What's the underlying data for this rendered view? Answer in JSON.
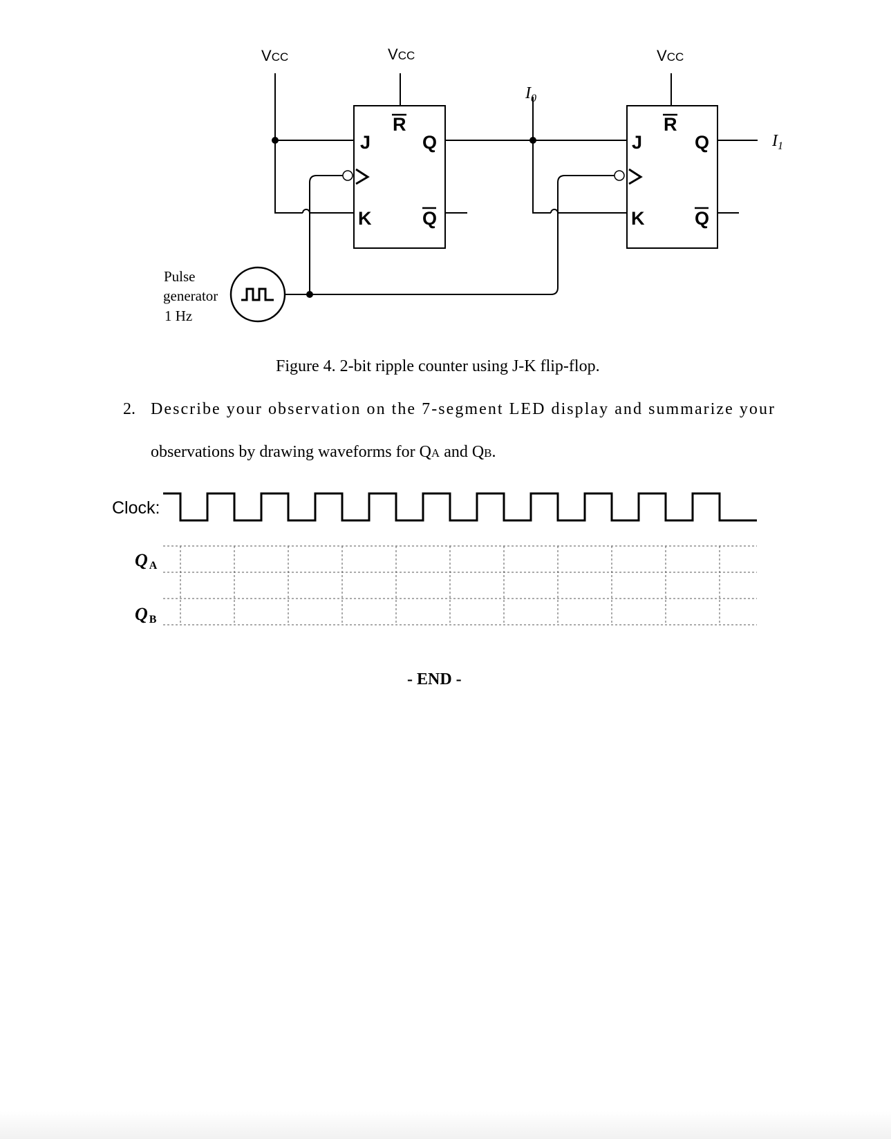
{
  "circuit": {
    "vcc_label": "V",
    "vcc_sub": "CC",
    "ff1": {
      "j": "J",
      "k": "K",
      "q": "Q",
      "qbar": "Q",
      "reset": "R"
    },
    "ff2": {
      "j": "J",
      "k": "K",
      "q": "Q",
      "qbar": "Q",
      "reset": "R"
    },
    "output0": {
      "main": "I",
      "sub": "0"
    },
    "output1": {
      "main": "I",
      "sub": "1"
    },
    "pulse_generator": {
      "line1": "Pulse",
      "line2": "generator",
      "line3": "1 Hz"
    }
  },
  "figure": {
    "caption": "Figure 4. 2-bit ripple counter using J-K flip-flop."
  },
  "question": {
    "number": "2.",
    "line1": "Describe your observation on the 7-segment LED display and summarize your",
    "line2_a": "observations by drawing waveforms for Q",
    "line2_sub_a": "A",
    "line2_b": " and Q",
    "line2_sub_b": "B",
    "line2_c": "."
  },
  "timing": {
    "clock_label": "Clock:",
    "qa_main": "Q",
    "qa_sub": "A",
    "qb_main": "Q",
    "qb_sub": "B"
  },
  "end_text": "- END -"
}
